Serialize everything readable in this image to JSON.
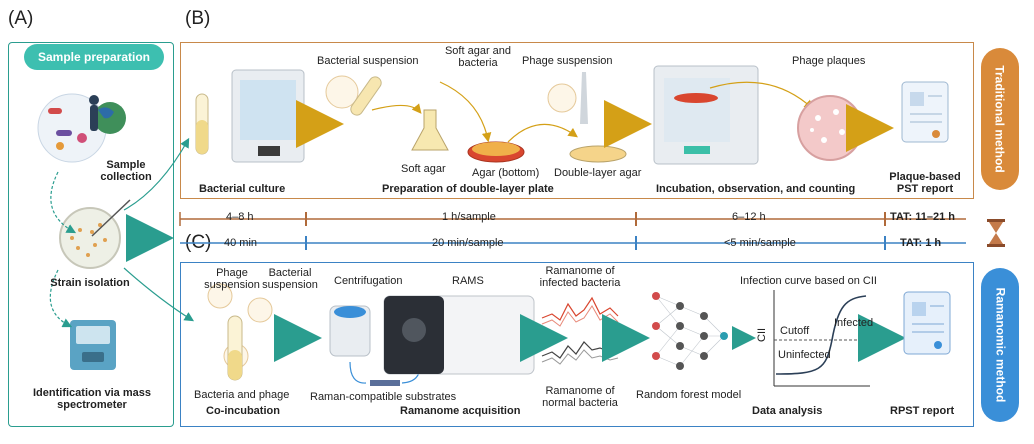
{
  "labels": {
    "panel_a": "(A)",
    "panel_b": "(B)",
    "panel_c": "(C)"
  },
  "panel_a": {
    "header": "Sample preparation",
    "sample_collection": "Sample collection",
    "strain_isolation": "Strain isolation",
    "identification": "Identification via mass spectrometer"
  },
  "traditional": {
    "side_label": "Traditional method",
    "bacterial_suspension": "Bacterial suspension",
    "soft_agar_bacteria": "Soft agar and bacteria",
    "phage_suspension": "Phage suspension",
    "phage_plaques": "Phage plaques",
    "soft_agar": "Soft agar",
    "agar_bottom": "Agar (bottom)",
    "double_layer_agar": "Double-layer agar",
    "bacterial_culture": "Bacterial culture",
    "preparation": "Preparation of double-layer plate",
    "incubation": "Incubation, observation, and counting",
    "pst_report": "Plaque-based PST report"
  },
  "timeline": {
    "trad_t1": "4–8 h",
    "trad_t2": "1 h/sample",
    "trad_t3": "6–12 h",
    "trad_tat": "TAT: 11–21 h",
    "ram_t1": "40 min",
    "ram_t2": "20 min/sample",
    "ram_t3": "<5 min/sample",
    "ram_tat": "TAT: 1 h"
  },
  "ramanomic": {
    "side_label": "Ramanomic method",
    "phage_suspension": "Phage suspension",
    "bacterial_suspension": "Bacterial suspension",
    "centrifugation": "Centrifugation",
    "rams": "RAMS",
    "ramanome_infected": "Ramanome of infected bacteria",
    "ramanome_normal": "Ramanome of normal bacteria",
    "infection_curve": "Infection curve based on CII",
    "bacteria_and_phage": "Bacteria and phage",
    "co_incubation": "Co-incubation",
    "substrates": "Raman-compatible substrates",
    "ramanome_acquisition": "Ramanome acquisition",
    "random_forest": "Random forest model",
    "data_analysis": "Data analysis",
    "rpst_report": "RPST report",
    "cutoff": "Cutoff",
    "infected": "Infected",
    "uninfected": "Uninfected",
    "cii_axis": "CII"
  },
  "colors": {
    "teal": "#3dbfb0",
    "traditional": "#d98a3a",
    "ramanomic": "#3a8fd8",
    "timeline_trad": "#b06a3a",
    "timeline_ram": "#3b82c4"
  }
}
